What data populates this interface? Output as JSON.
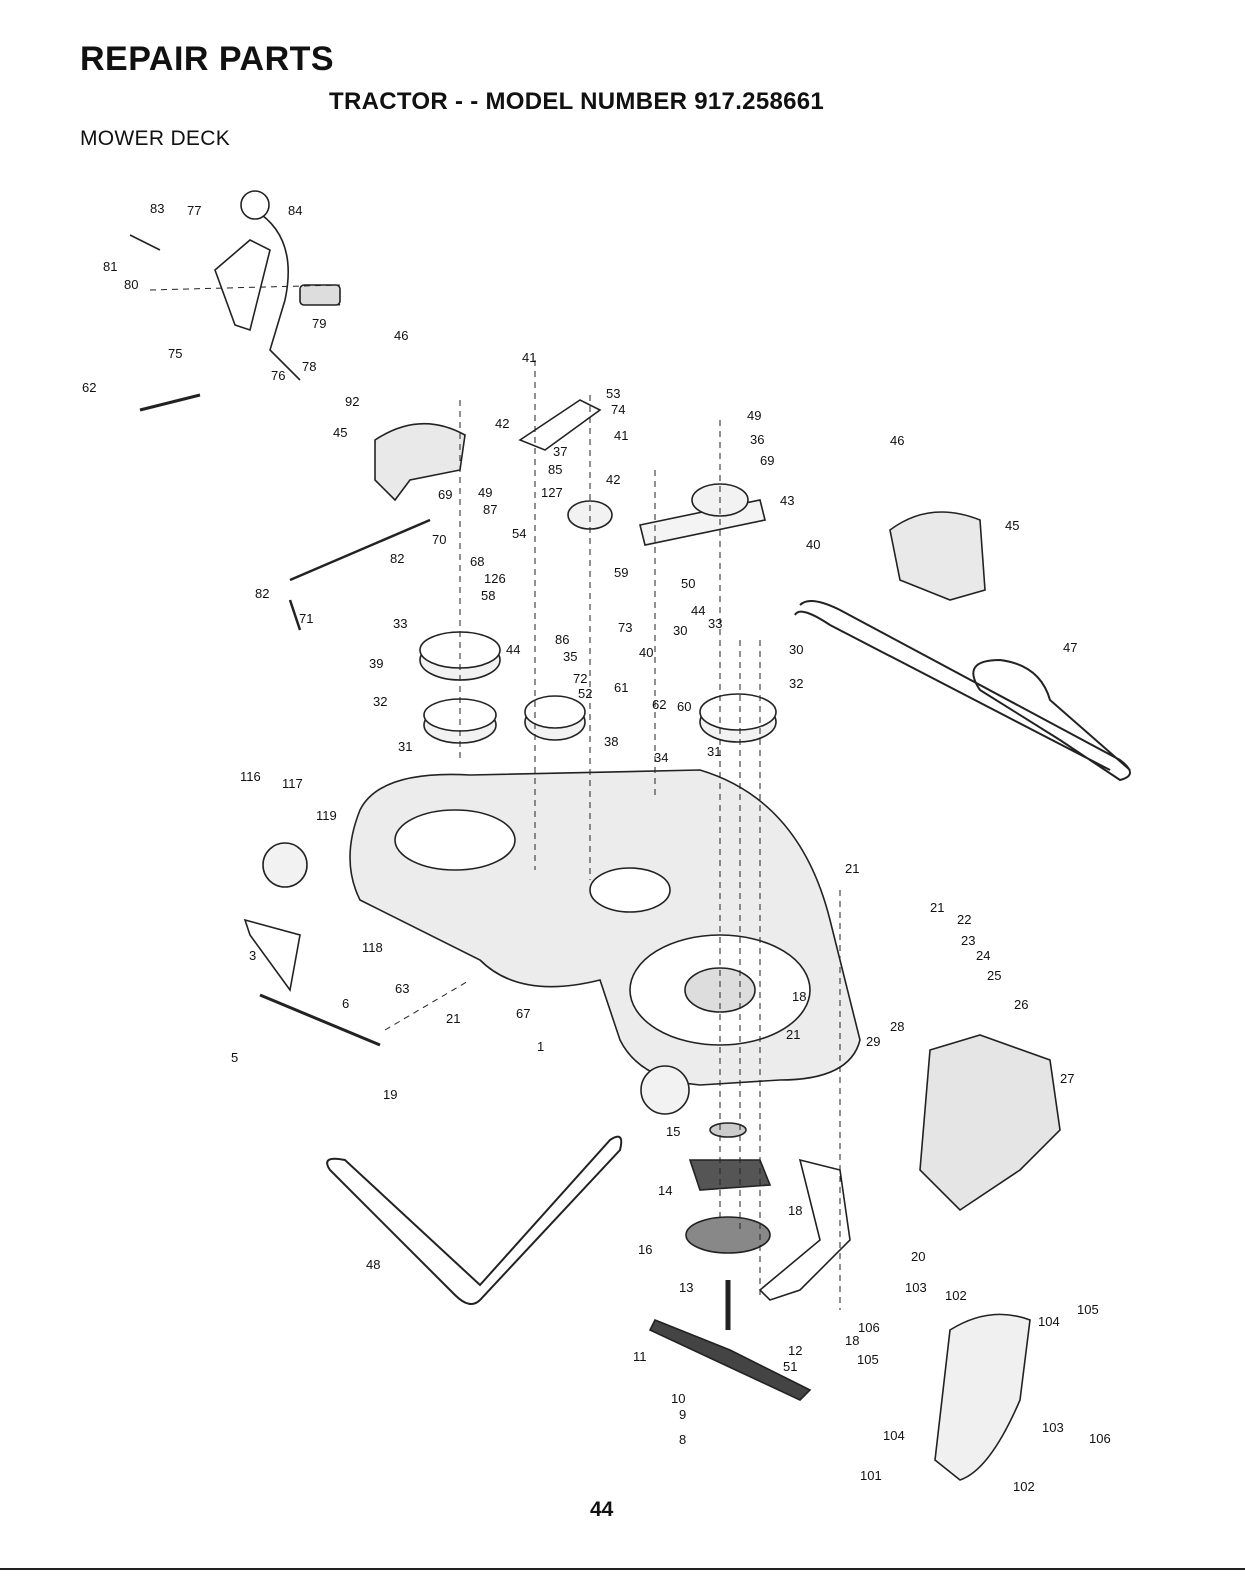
{
  "header": {
    "title": "REPAIR PARTS",
    "subtitle": "TRACTOR - - MODEL NUMBER 917.258661",
    "section": "MOWER DECK"
  },
  "page_number": "44",
  "callouts": [
    "83",
    "77",
    "84",
    "81",
    "80",
    "79",
    "75",
    "76",
    "78",
    "92",
    "62",
    "46",
    "41",
    "53",
    "74",
    "49",
    "42",
    "36",
    "37",
    "69",
    "85",
    "127",
    "41",
    "42",
    "43",
    "45",
    "69",
    "49",
    "87",
    "70",
    "54",
    "82",
    "68",
    "82",
    "126",
    "58",
    "59",
    "50",
    "44",
    "40",
    "71",
    "33",
    "86",
    "73",
    "30",
    "33",
    "30",
    "44",
    "35",
    "40",
    "39",
    "72",
    "61",
    "52",
    "62",
    "60",
    "32",
    "32",
    "38",
    "31",
    "34",
    "31",
    "116",
    "117",
    "119",
    "46",
    "45",
    "47",
    "21",
    "21",
    "22",
    "23",
    "24",
    "25",
    "26",
    "3",
    "118",
    "63",
    "21",
    "67",
    "6",
    "18",
    "21",
    "1",
    "28",
    "29",
    "27",
    "5",
    "19",
    "15",
    "14",
    "18",
    "20",
    "16",
    "48",
    "103",
    "102",
    "13",
    "104",
    "105",
    "106",
    "12",
    "51",
    "105",
    "18",
    "11",
    "10",
    "9",
    "8",
    "104",
    "103",
    "106",
    "101",
    "102"
  ]
}
